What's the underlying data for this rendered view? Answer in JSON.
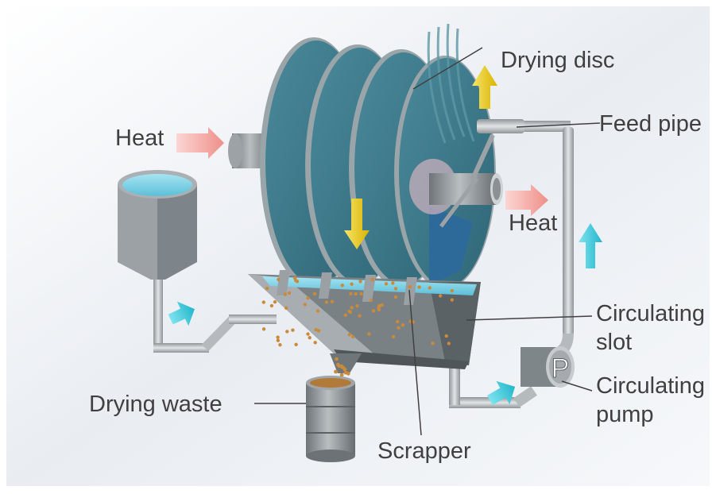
{
  "labels": {
    "drying_disc": "Drying disc",
    "feed_pipe": "Feed pipe",
    "heat_left": "Heat",
    "heat_right": "Heat",
    "circulating_slot_line1": "Circulating",
    "circulating_slot_line2": "slot",
    "circulating_pump_line1": "Circulating",
    "circulating_pump_line2": "pump",
    "drying_waste": "Drying waste",
    "scrapper": "Scrapper",
    "pump_letter": "P"
  },
  "colors": {
    "disc": "#3f7c8c",
    "disc_rim": "#9aa5a9",
    "metal": "#8c9296",
    "metal_dark": "#5d6468",
    "water": "#7fd3e8",
    "heat_arrow": "#f2a09c",
    "flow_arrow": "#3ec7da",
    "disc_arrow": "#f2d21c",
    "label_text": "#404040"
  },
  "icons": [
    "pump-icon",
    "heat-arrow-icon",
    "flow-arrow-icon",
    "rotation-arrow-icon"
  ]
}
